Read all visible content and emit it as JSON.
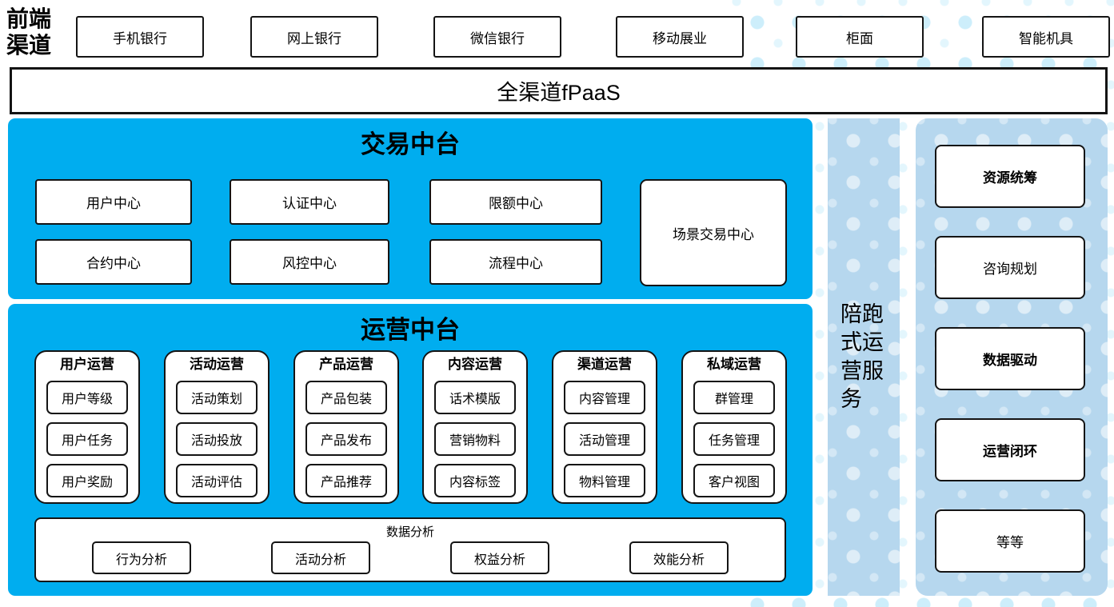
{
  "colors": {
    "platform_cyan": "#00adef",
    "service_light_blue": "#b6d7ee",
    "dot_pattern": "#cdeefb",
    "box_border": "#141414"
  },
  "front_channels": {
    "label": "前端渠道",
    "items": [
      {
        "label": "手机银行"
      },
      {
        "label": "网上银行"
      },
      {
        "label": "微信银行"
      },
      {
        "label": "移动展业"
      },
      {
        "label": "柜面"
      },
      {
        "label": "智能机具"
      }
    ]
  },
  "fpaas": {
    "label": "全渠道fPaaS"
  },
  "trade_platform": {
    "title": "交易中台",
    "centers_row1": [
      "用户中心",
      "认证中心",
      "限额中心"
    ],
    "centers_row2": [
      "合约中心",
      "风控中心",
      "流程中心"
    ],
    "scene_center": "场景交易中心"
  },
  "ops_platform": {
    "title": "运营中台",
    "columns": [
      {
        "title": "用户运营",
        "items": [
          "用户等级",
          "用户任务",
          "用户奖励"
        ]
      },
      {
        "title": "活动运营",
        "items": [
          "活动策划",
          "活动投放",
          "活动评估"
        ]
      },
      {
        "title": "产品运营",
        "items": [
          "产品包装",
          "产品发布",
          "产品推荐"
        ]
      },
      {
        "title": "内容运营",
        "items": [
          "话术模版",
          "营销物料",
          "内容标签"
        ]
      },
      {
        "title": "渠道运营",
        "items": [
          "内容管理",
          "活动管理",
          "物料管理"
        ]
      },
      {
        "title": "私域运营",
        "items": [
          "群管理",
          "任务管理",
          "客户视图"
        ]
      }
    ],
    "data_analysis": {
      "title": "数据分析",
      "items": [
        "行为分析",
        "活动分析",
        "权益分析",
        "效能分析"
      ]
    }
  },
  "side_service": {
    "label": "陪跑式运营服务"
  },
  "right_panel": {
    "items": [
      {
        "label": "资源统筹",
        "bold": true
      },
      {
        "label": "咨询规划",
        "bold": false
      },
      {
        "label": "数据驱动",
        "bold": true
      },
      {
        "label": "运营闭环",
        "bold": true
      },
      {
        "label": "等等",
        "bold": false
      }
    ]
  }
}
